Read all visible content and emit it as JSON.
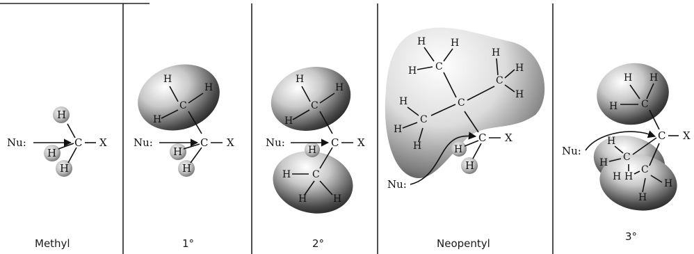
{
  "atoms": {
    "hydrogen": "H",
    "carbon": "C",
    "leaving_group": "X",
    "nucleophile": "Nu:"
  },
  "panels": [
    {
      "id": "methyl",
      "caption": "Methyl"
    },
    {
      "id": "primary",
      "caption": "1°"
    },
    {
      "id": "secondary",
      "caption": "2°"
    },
    {
      "id": "neopentyl",
      "caption": "Neopentyl"
    },
    {
      "id": "tertiary",
      "caption": "3°"
    }
  ]
}
